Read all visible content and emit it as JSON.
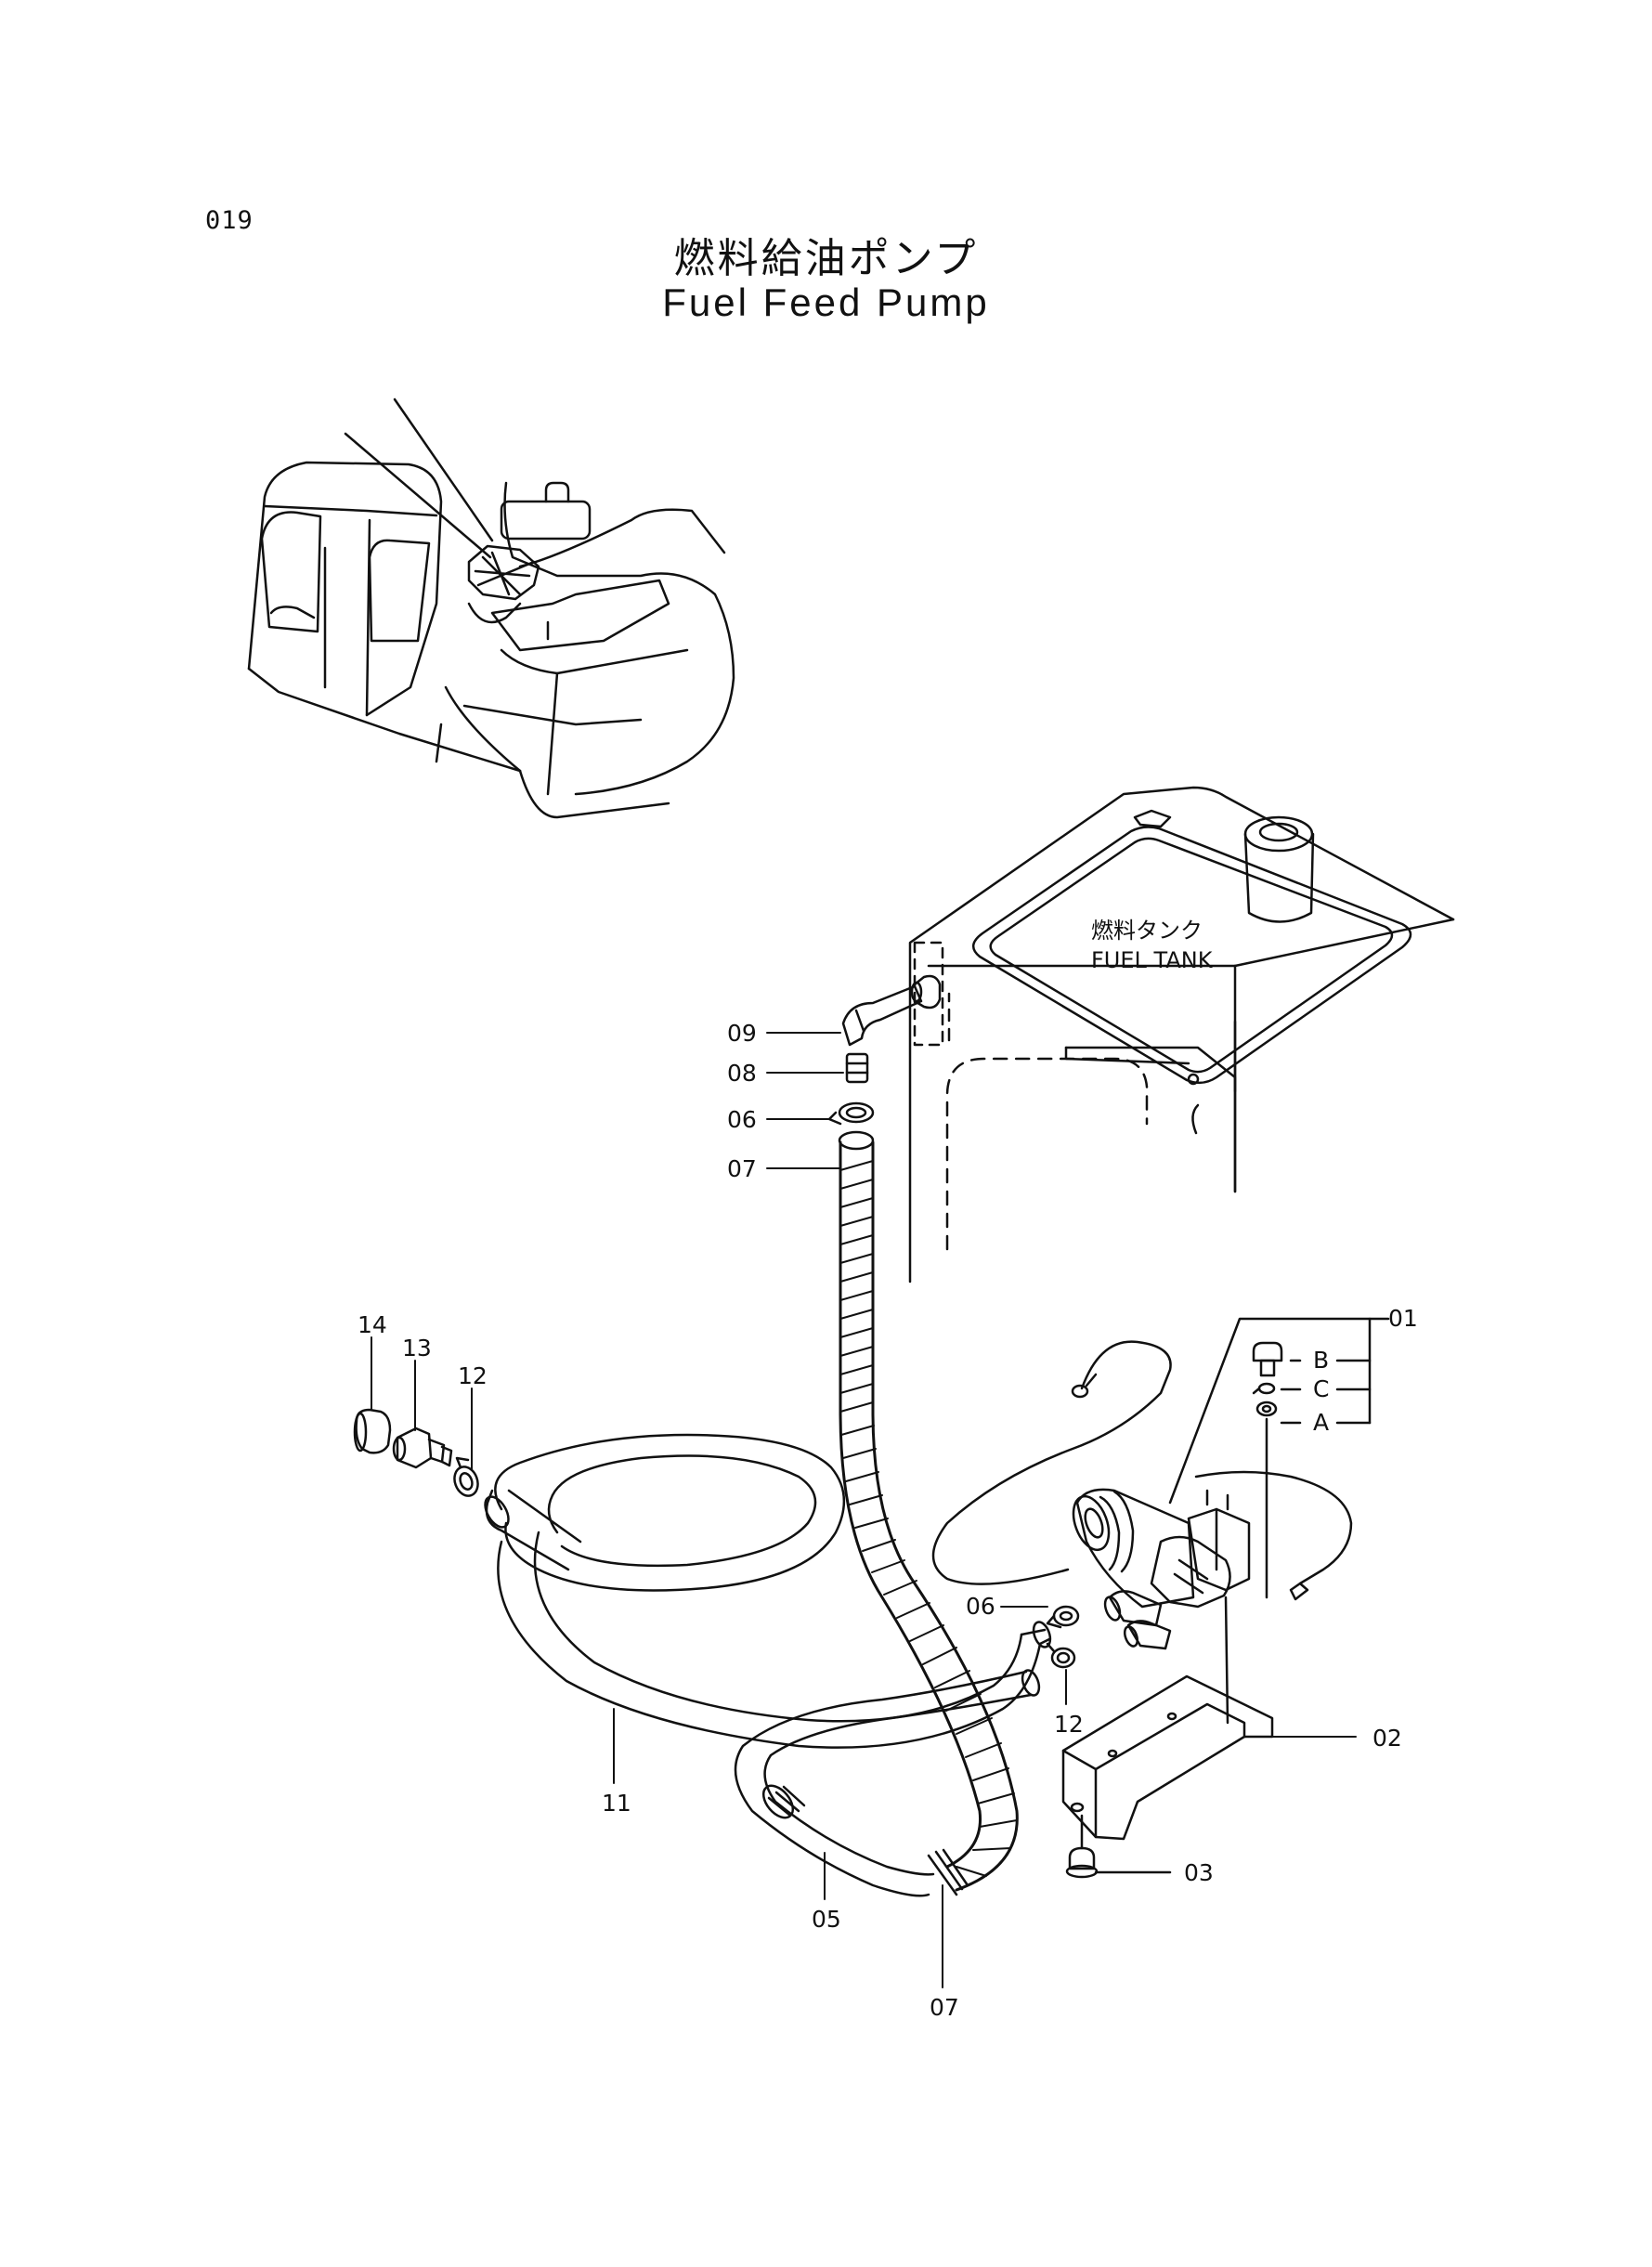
{
  "page": {
    "number": "019"
  },
  "title": {
    "japanese": "燃料給油ポンプ",
    "english": "Fuel Feed Pump"
  },
  "tank": {
    "label_jp": "燃料タンク",
    "label_en": "FUEL TANK"
  },
  "callouts": {
    "p01": "01",
    "p02": "02",
    "p03": "03",
    "p05": "05",
    "p06_top": "06",
    "p06_mid": "06",
    "p07_top": "07",
    "p07_bottom": "07",
    "p08": "08",
    "p09": "09",
    "p11": "11",
    "p12_left": "12",
    "p12_mid": "12",
    "p13": "13",
    "p14": "14",
    "sub_a": "A",
    "sub_b": "B",
    "sub_c": "C"
  }
}
